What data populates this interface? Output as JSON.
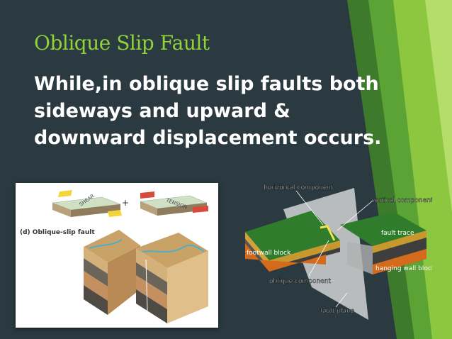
{
  "slide": {
    "title": "Oblique Slip Fault",
    "body_lines": [
      "While,in oblique slip faults both",
      "sideways and upward &",
      "downward displacement occurs."
    ]
  },
  "figure_left": {
    "caption": "(d) Oblique-slip fault",
    "block1_label": "SHEAR",
    "plus": "+",
    "block2_label": "TENSION"
  },
  "figure_right": {
    "label_horizontal": "horizontal component",
    "label_vertical": "vertical component",
    "label_fault_trace": "fault trace",
    "label_footwall": "footwall block",
    "label_hanging_wall": "hanging wall block",
    "label_oblique": "oblique component",
    "label_fault_plane": "fault plane"
  },
  "colors": {
    "background": "#2b3a40",
    "title": "#8fd23a",
    "accent_green": "#8dc63f"
  }
}
